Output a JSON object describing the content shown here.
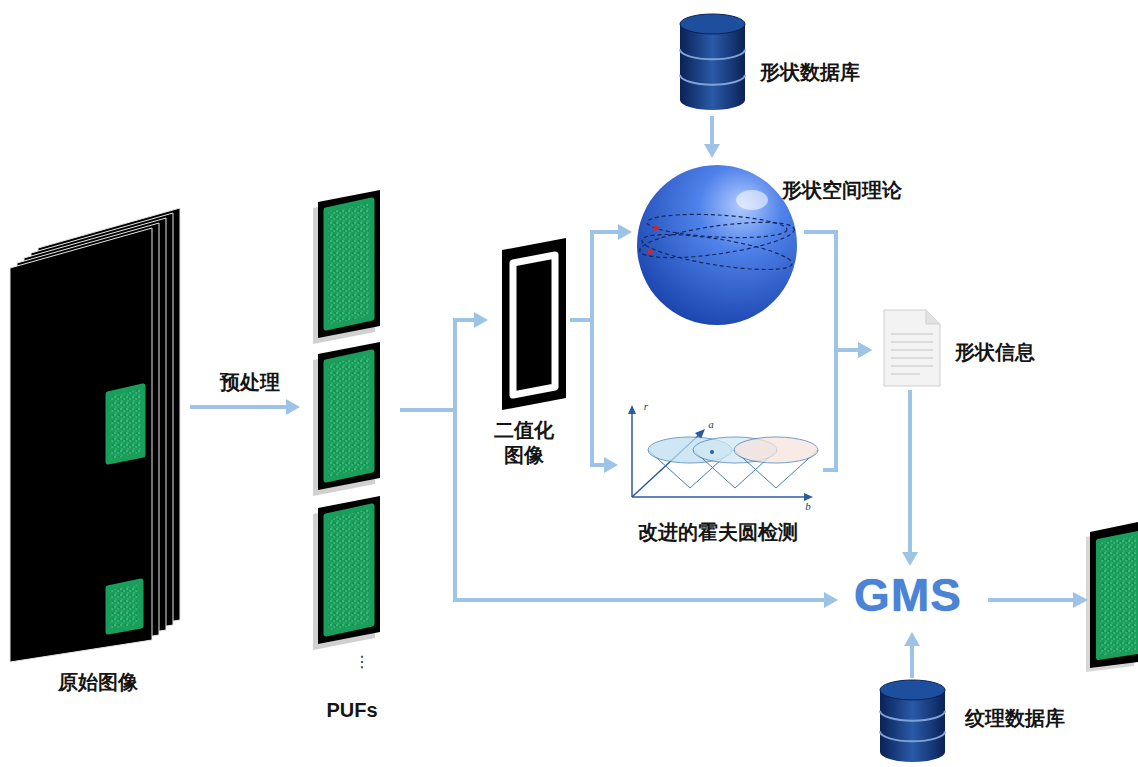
{
  "diagram": {
    "nodes": [
      {
        "text": [
          "原始图像"
        ]
      },
      {
        "text": [
          "PUFs"
        ]
      },
      {
        "text": [
          "二值化 图像"
        ]
      },
      {
        "text": [
          "形状数据库"
        ]
      },
      {
        "text": [
          "形状空间理论"
        ]
      },
      {
        "text": [
          "改进的霍夫圆检测"
        ]
      },
      {
        "text": [
          "形状信息"
        ]
      },
      {
        "text": [
          "GMS"
        ]
      },
      {
        "text": [
          "纹理数据库"
        ]
      }
    ],
    "edges": [
      {
        "from": 0,
        "to": 1,
        "label": "预处理",
        "arrow": "to"
      },
      {
        "from": 1,
        "to": 2,
        "arrow": "to"
      },
      {
        "from": 1,
        "to": 7,
        "arrow": "to"
      },
      {
        "from": 2,
        "to": 4,
        "arrow": "to"
      },
      {
        "from": 2,
        "to": 5,
        "arrow": "to"
      },
      {
        "from": 3,
        "to": 4,
        "arrow": "to"
      },
      {
        "from": 4,
        "to": 6,
        "arrow": "to"
      },
      {
        "from": 5,
        "to": 6,
        "arrow": "to"
      },
      {
        "from": 6,
        "to": 7,
        "arrow": "to"
      },
      {
        "from": 8,
        "to": 7,
        "arrow": "to"
      }
    ],
    "labels": [
      "⋮",
      "r",
      "a",
      "b"
    ]
  }
}
